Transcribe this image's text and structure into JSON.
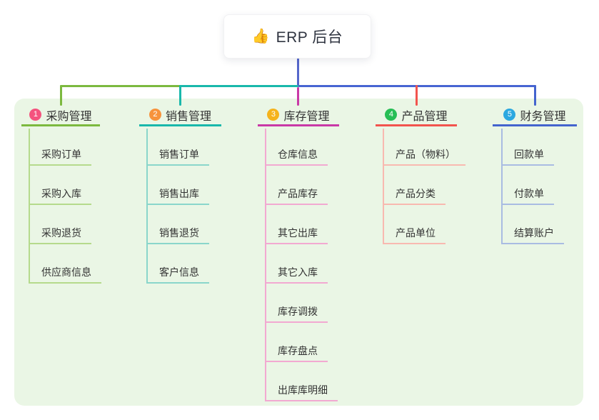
{
  "root": {
    "emoji": "👍",
    "title": "ERP 后台"
  },
  "branches": [
    {
      "index": "1",
      "label": "采购管理",
      "color": "#7CB93F",
      "light_color": "#B5DA8C",
      "badge_color": "#F4537E",
      "children": [
        "采购订单",
        "采购入库",
        "采购退货",
        "供应商信息"
      ]
    },
    {
      "index": "2",
      "label": "销售管理",
      "color": "#19B8AB",
      "light_color": "#8AD6CB",
      "badge_color": "#F7933C",
      "children": [
        "销售订单",
        "销售出库",
        "销售退货",
        "客户信息"
      ]
    },
    {
      "index": "3",
      "label": "库存管理",
      "color": "#C939A7",
      "light_color": "#F2A9D1",
      "badge_color": "#F5B31C",
      "children": [
        "仓库信息",
        "产品库存",
        "其它出库",
        "其它入库",
        "库存调拨",
        "库存盘点",
        "出库库明细"
      ]
    },
    {
      "index": "4",
      "label": "产品管理",
      "color": "#F2544E",
      "light_color": "#F8B9B0",
      "badge_color": "#27BE55",
      "children": [
        "产品（物料）",
        "产品分类",
        "产品单位"
      ]
    },
    {
      "index": "5",
      "label": "财务管理",
      "color": "#4464CE",
      "light_color": "#A9BCE2",
      "badge_color": "#2CA8E0",
      "children": [
        "回款单",
        "付款单",
        "结算账户"
      ]
    }
  ],
  "connectors": {
    "stem_color": "#5567CB",
    "right_color": "#4865D2"
  },
  "panel": {
    "background": "#EAF6E5"
  }
}
